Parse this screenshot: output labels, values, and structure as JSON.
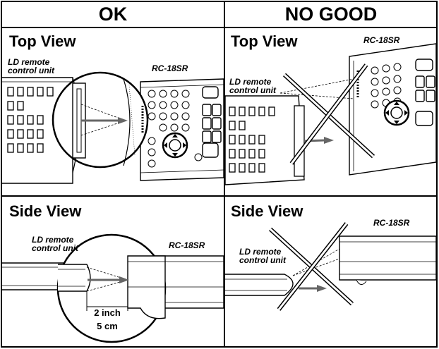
{
  "header": {
    "ok": "OK",
    "no_good": "NO GOOD"
  },
  "panels": {
    "top_ok": {
      "view_title": "Top View",
      "ld_label_1": "LD remote",
      "ld_label_2": "control unit",
      "model": "RC-18SR"
    },
    "top_ng": {
      "view_title": "Top View",
      "ld_label_1": "LD remote",
      "ld_label_2": "control unit",
      "model": "RC-18SR"
    },
    "side_ok": {
      "view_title": "Side View",
      "ld_label_1": "LD remote",
      "ld_label_2": "control unit",
      "model": "RC-18SR",
      "distance_inch": "2 inch",
      "distance_cm": "5 cm"
    },
    "side_ng": {
      "view_title": "Side View",
      "ld_label_1": "LD remote",
      "ld_label_2": "control unit",
      "model": "RC-18SR"
    }
  }
}
